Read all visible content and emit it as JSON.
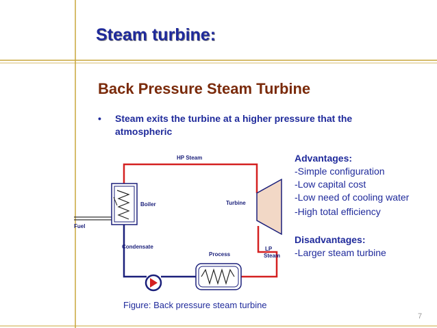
{
  "slide": {
    "title": "Steam turbine:",
    "subtitle": "Back Pressure Steam Turbine",
    "bullets": [
      "Steam exits the turbine at a higher pressure that the atmospheric"
    ],
    "bullet_marker": "•",
    "page_number": "7"
  },
  "diagram": {
    "labels": {
      "hp_steam": "HP Steam",
      "boiler": "Boiler",
      "turbine": "Turbine",
      "fuel": "Fuel",
      "condensate": "Condensate",
      "process": "Process",
      "lp_line1": "LP",
      "lp_line2": "Steam"
    },
    "colors": {
      "hot_line": "#d42020",
      "cold_line": "#1a1f7a",
      "turbine_fill": "#f2d8c6"
    },
    "caption": "Figure: Back pressure steam turbine"
  },
  "advantages": {
    "title": "Advantages:",
    "items": [
      "-Simple configuration",
      "-Low capital cost",
      "-Low need of cooling water",
      "-High total efficiency"
    ]
  },
  "disadvantages": {
    "title": "Disadvantages:",
    "items": [
      "-Larger steam turbine"
    ]
  },
  "theme": {
    "background": "#ffffff",
    "heading_blue": "#1f2a9b",
    "subtitle_brown": "#7a2a0a",
    "frame_gold": "#c9a53a"
  }
}
